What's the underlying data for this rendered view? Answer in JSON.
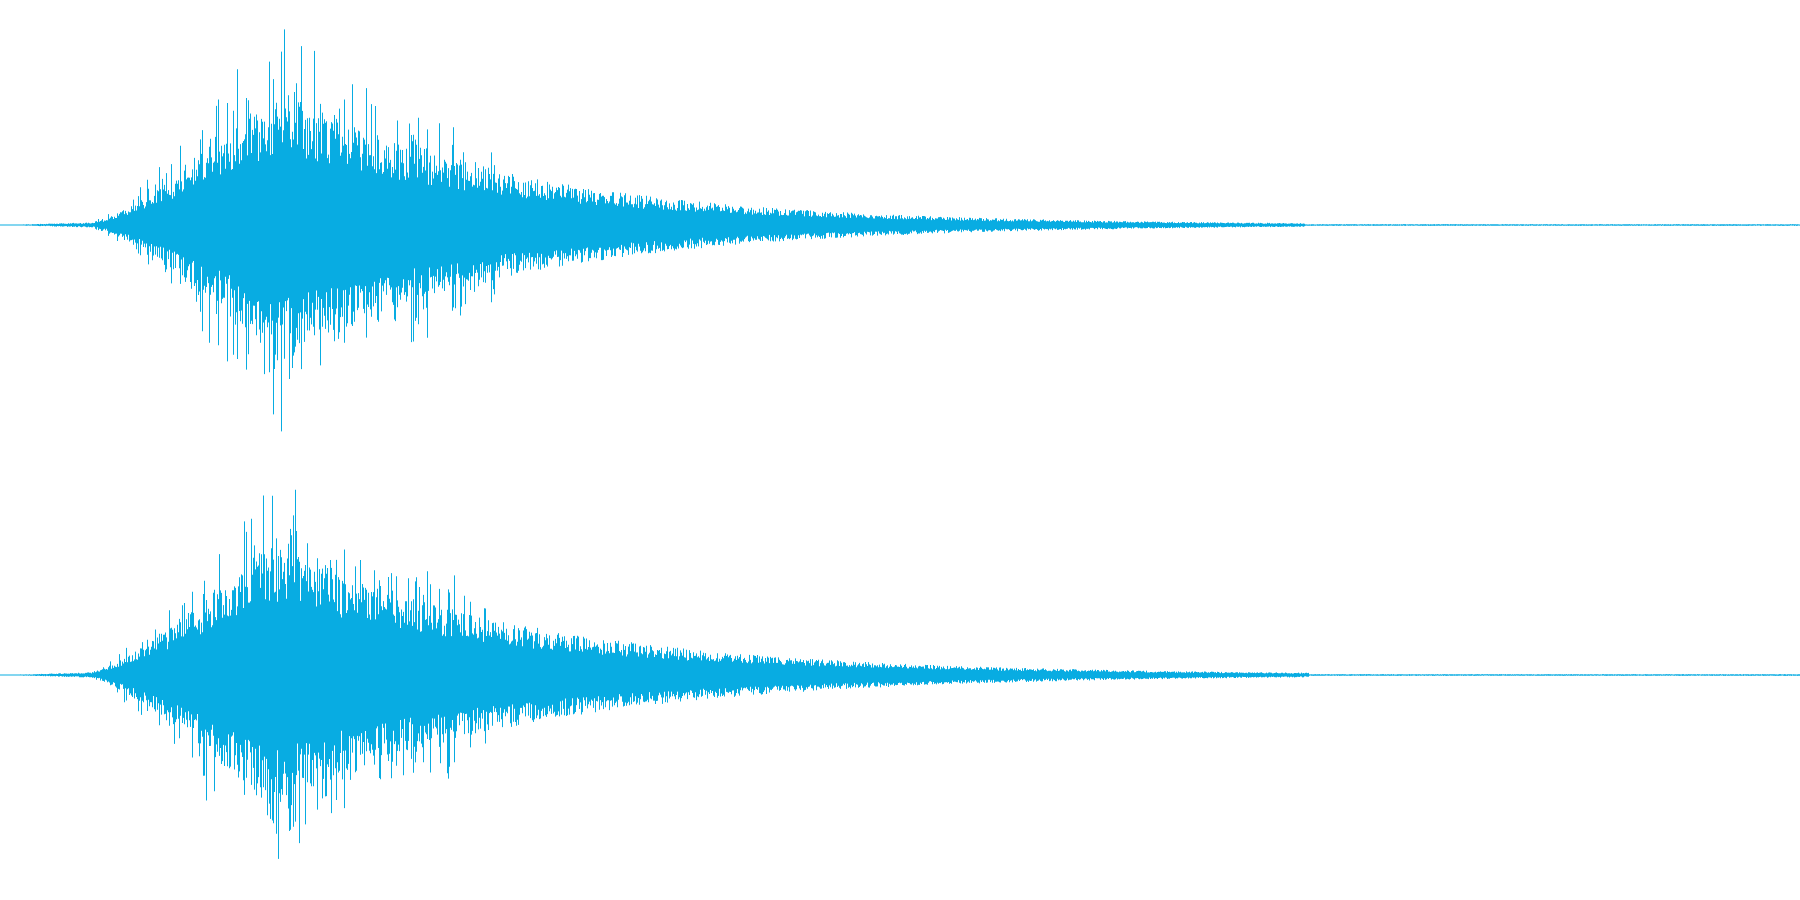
{
  "waveform": {
    "color": "#08ace2",
    "background": "#ffffff",
    "samples_per_channel": 1800,
    "channels": [
      {
        "name": "channel-1",
        "seed": 17,
        "onset": 0.052,
        "peak_time": 0.155,
        "peak_amplitude": 0.98,
        "decay_rate": 7.5,
        "tail_end": 0.725,
        "spikiness": 0.35
      },
      {
        "name": "channel-2",
        "seed": 91,
        "onset": 0.05,
        "peak_time": 0.15,
        "peak_amplitude": 0.97,
        "decay_rate": 7.0,
        "tail_end": 0.727,
        "spikiness": 0.33
      }
    ]
  }
}
